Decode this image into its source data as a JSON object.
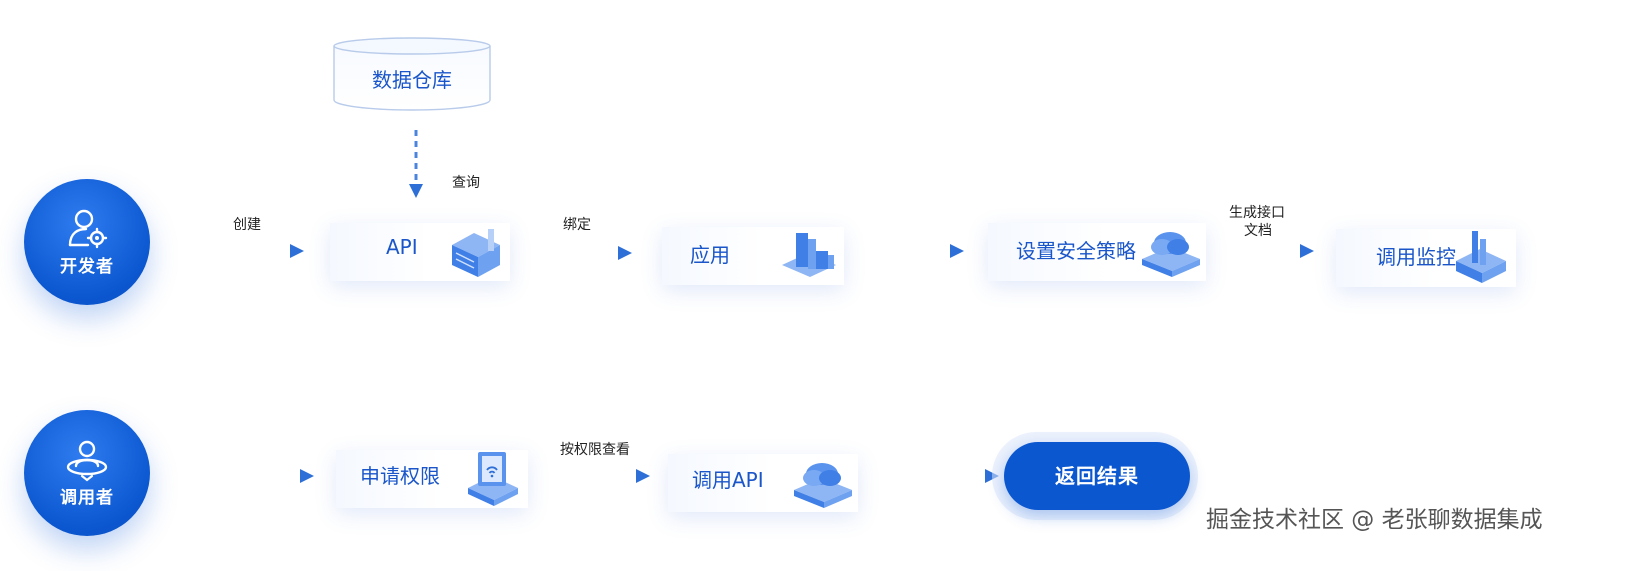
{
  "roles": {
    "developer": "开发者",
    "caller": "调用者"
  },
  "warehouse": {
    "label": "数据仓库"
  },
  "top_flow": {
    "query_label": "查询",
    "create_label": "创建",
    "bind_label": "绑定",
    "gen_doc_line1": "生成接口",
    "gen_doc_line2": "文档",
    "steps": {
      "api": "API",
      "app": "应用",
      "security": "设置安全策略",
      "monitor": "调用监控"
    }
  },
  "bottom_flow": {
    "view_label": "按权限查看",
    "steps": {
      "request": "申请权限",
      "call": "调用API"
    },
    "result": "返回结果"
  },
  "watermark": "掘金技术社区 @ 老张聊数据集成",
  "colors": {
    "primary": "#0b57d0",
    "text_blue": "#1a56c9",
    "arrow": "#2d6fd6"
  }
}
